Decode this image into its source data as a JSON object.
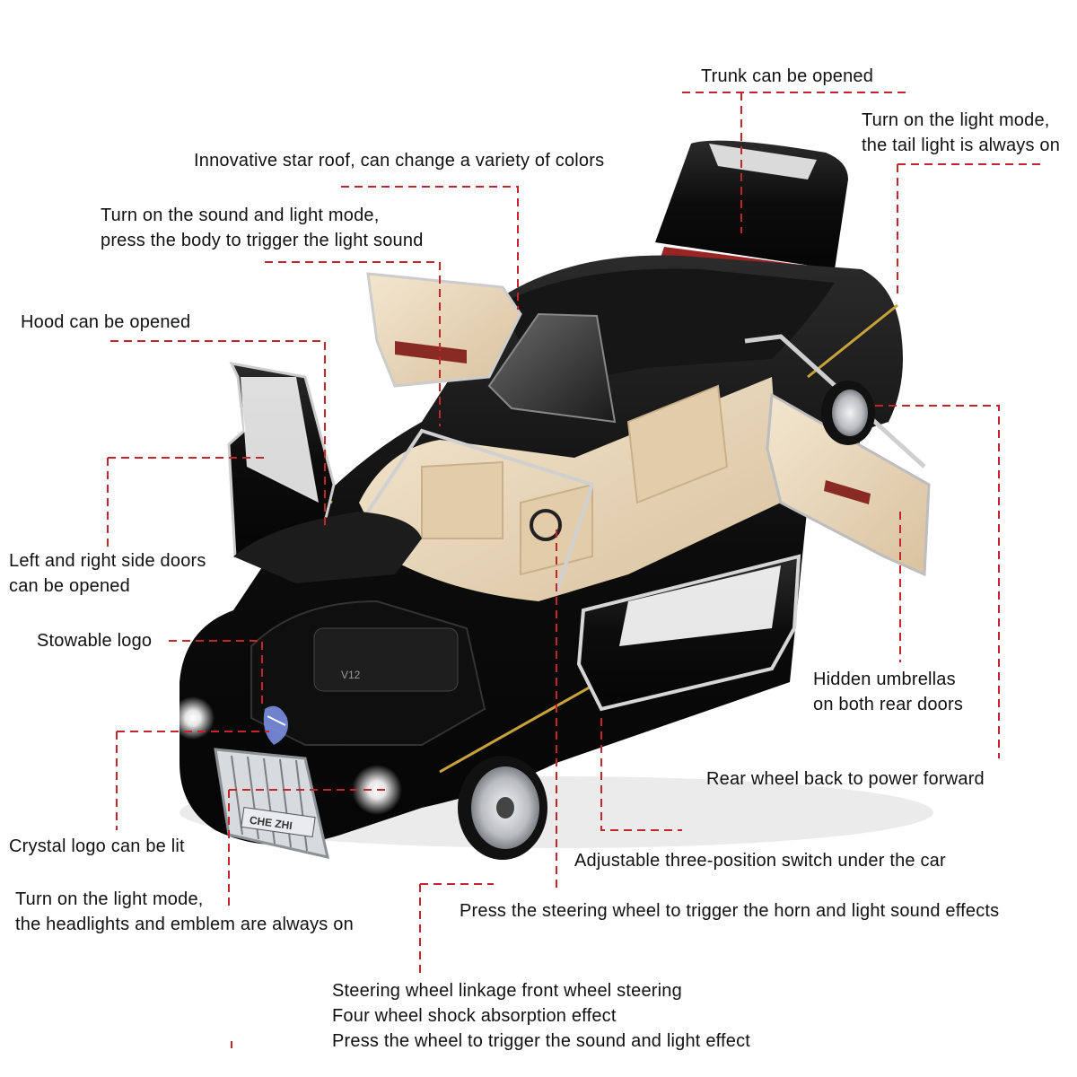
{
  "annotations": {
    "trunk": "Trunk can be opened",
    "tail_light": [
      "Turn on the light mode,",
      "the tail light is always on"
    ],
    "star_roof": "Innovative star roof, can change a variety of colors",
    "sound_light": [
      "Turn on the sound and light mode,",
      "press the body to trigger the light sound"
    ],
    "hood": "Hood can be opened",
    "doors": [
      "Left and right side doors",
      "can be opened"
    ],
    "stowable_logo": "Stowable logo",
    "umbrellas": [
      "Hidden umbrellas",
      "on both rear doors"
    ],
    "rear_wheel": "Rear wheel back to power forward",
    "crystal_logo": "Crystal logo can be lit",
    "switch": "Adjustable three-position switch under the car",
    "headlights": [
      "Turn on the light mode,",
      "the headlights and emblem are always on"
    ],
    "steering_horn": "Press the steering wheel to trigger the horn and light sound effects",
    "wheel_features": [
      "Steering wheel linkage front wheel steering",
      "Four wheel shock absorption effect",
      "Press the wheel to trigger the sound and light effect"
    ]
  },
  "car": {
    "plate_text": "CHE ZHI",
    "engine_text": "V12"
  },
  "colors": {
    "leader_line": "#c0262c",
    "body": "#101010",
    "interior": "#ead8bd",
    "pinstripe": "#c9a23a",
    "chrome": "#c9ccd0"
  }
}
